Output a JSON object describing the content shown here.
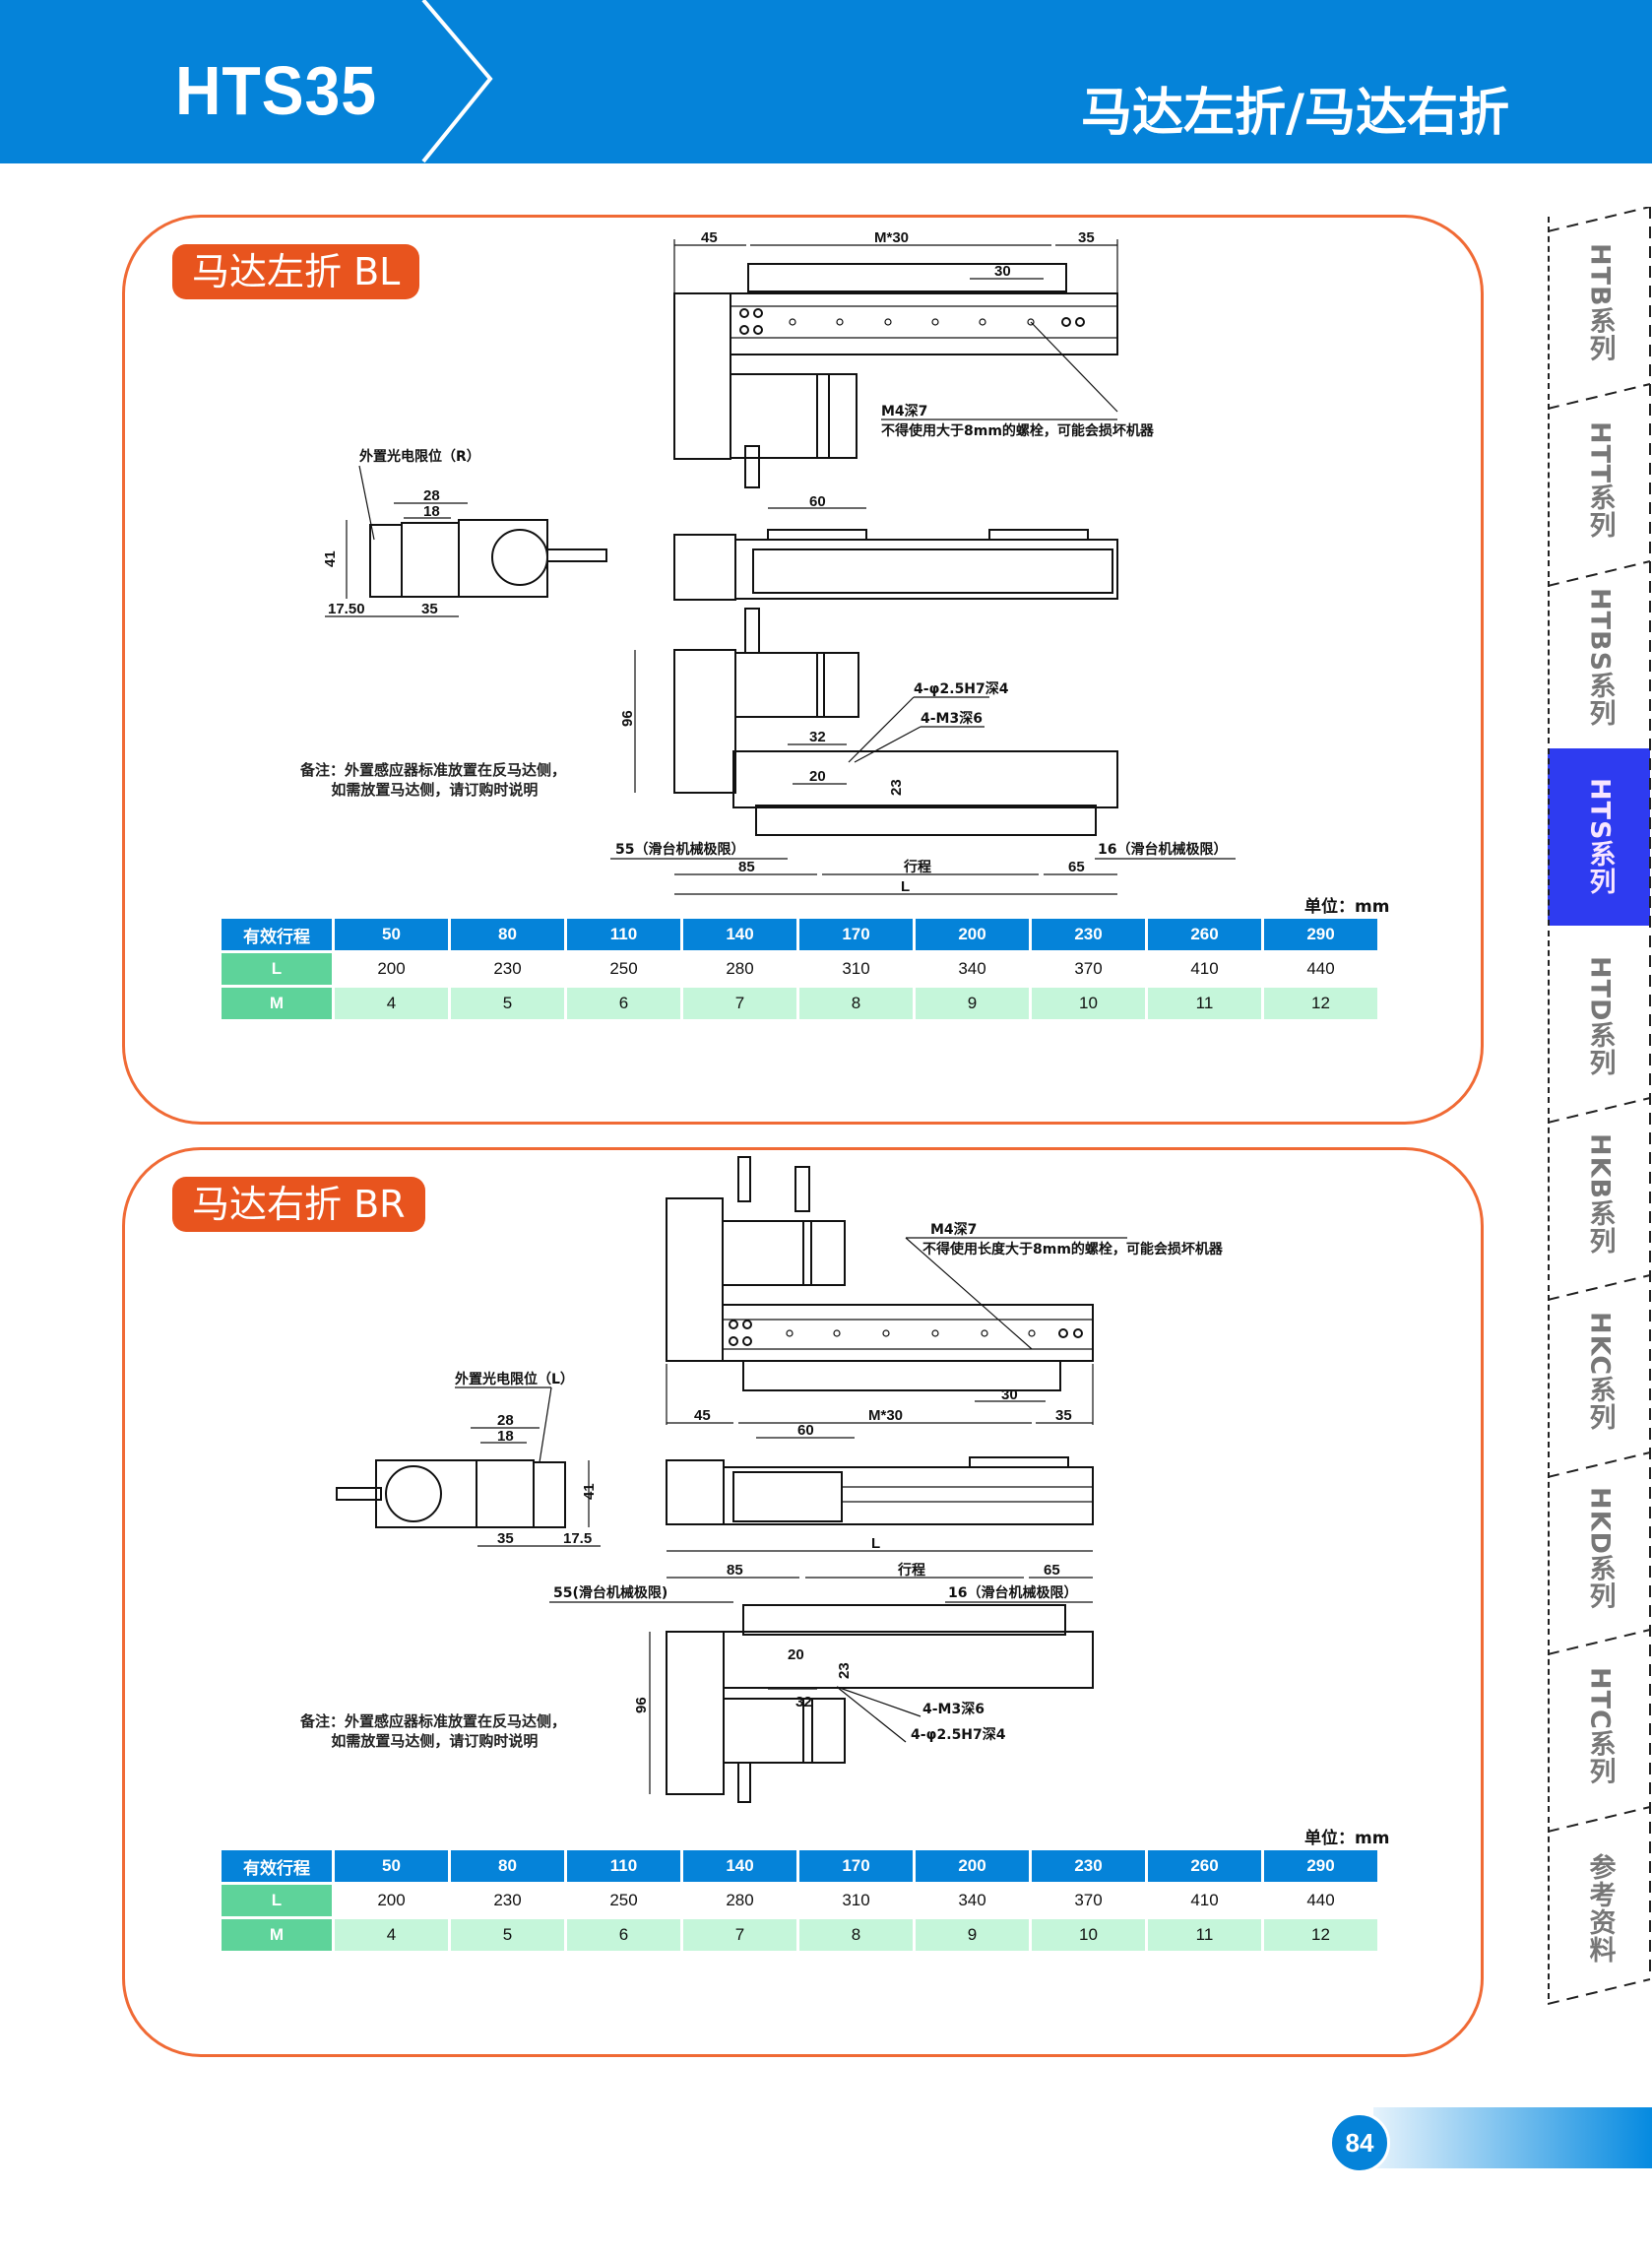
{
  "header": {
    "model_code": "HTS35",
    "title": "马达左折/马达右折"
  },
  "side_tabs": [
    {
      "label": "HTB系列",
      "active": false
    },
    {
      "label": "HTT系列",
      "active": false
    },
    {
      "label": "HTBS系列",
      "active": false
    },
    {
      "label": "HTS系列",
      "active": true
    },
    {
      "label": "HTD系列",
      "active": false
    },
    {
      "label": "HKB系列",
      "active": false
    },
    {
      "label": "HKC系列",
      "active": false
    },
    {
      "label": "HKD系列",
      "active": false
    },
    {
      "label": "HTC系列",
      "active": false
    },
    {
      "label": "参考资料",
      "active": false
    }
  ],
  "sections": [
    {
      "badge": "马达左折 BL",
      "sensor_label": "外置光电限位（R）",
      "hole_note_title": "M4深7",
      "hole_note_body": "不得使用大于8mm的螺栓，可能会损坏机器",
      "dims": {
        "d45": "45",
        "m30": "M*30",
        "d35": "35",
        "d30": "30",
        "d60": "60",
        "d28": "28",
        "d18": "18",
        "d41": "41",
        "d17_5": "17.50",
        "d35b": "35",
        "d96": "96",
        "d32": "32",
        "d20": "20",
        "d23": "23",
        "pin": "4-φ2.5H7深4",
        "screw": "4-M3深6",
        "limit_left": "55（滑台机械极限）",
        "limit_right": "16（滑台机械极限）",
        "d85": "85",
        "stroke": "行程",
        "d65": "65",
        "L": "L"
      },
      "remark": "备注：外置感应器标准放置在反马达侧，\n      如需放置马达侧，请订购时说明",
      "unit": "单位：mm",
      "table": {
        "header_label": "有效行程",
        "strokes": [
          "50",
          "80",
          "110",
          "140",
          "170",
          "200",
          "230",
          "260",
          "290"
        ],
        "L_label": "L",
        "L_values": [
          "200",
          "230",
          "250",
          "280",
          "310",
          "340",
          "370",
          "410",
          "440"
        ],
        "M_label": "M",
        "M_values": [
          "4",
          "5",
          "6",
          "7",
          "8",
          "9",
          "10",
          "11",
          "12"
        ]
      }
    },
    {
      "badge": "马达右折 BR",
      "sensor_label": "外置光电限位（L）",
      "hole_note_title": "M4深7",
      "hole_note_body": "不得使用长度大于8mm的螺栓，可能会损坏机器",
      "dims": {
        "d45": "45",
        "m30": "M*30",
        "d35": "35",
        "d30": "30",
        "d60": "60",
        "d28": "28",
        "d18": "18",
        "d41": "41",
        "d17_5": "17.5",
        "d35b": "35",
        "d96": "96",
        "d32": "32",
        "d20": "20",
        "d23": "23",
        "pin": "4-φ2.5H7深4",
        "screw": "4-M3深6",
        "limit_left": "55(滑台机械极限)",
        "limit_right": "16（滑台机械极限）",
        "d85": "85",
        "stroke": "行程",
        "d65": "65",
        "L": "L"
      },
      "remark": "备注：外置感应器标准放置在反马达侧，\n      如需放置马达侧，请订购时说明",
      "unit": "单位：mm",
      "table": {
        "header_label": "有效行程",
        "strokes": [
          "50",
          "80",
          "110",
          "140",
          "170",
          "200",
          "230",
          "260",
          "290"
        ],
        "L_label": "L",
        "L_values": [
          "200",
          "230",
          "250",
          "280",
          "310",
          "340",
          "370",
          "410",
          "440"
        ],
        "M_label": "M",
        "M_values": [
          "4",
          "5",
          "6",
          "7",
          "8",
          "9",
          "10",
          "11",
          "12"
        ]
      }
    }
  ],
  "page_number": "84",
  "colors": {
    "header_blue": "#0583D9",
    "panel_orange": "#F06A35",
    "badge_orange": "#E8541E",
    "table_green_label": "#5ED39A",
    "table_green_light": "#C5F6DA",
    "active_tab": "#2E3BF0"
  }
}
